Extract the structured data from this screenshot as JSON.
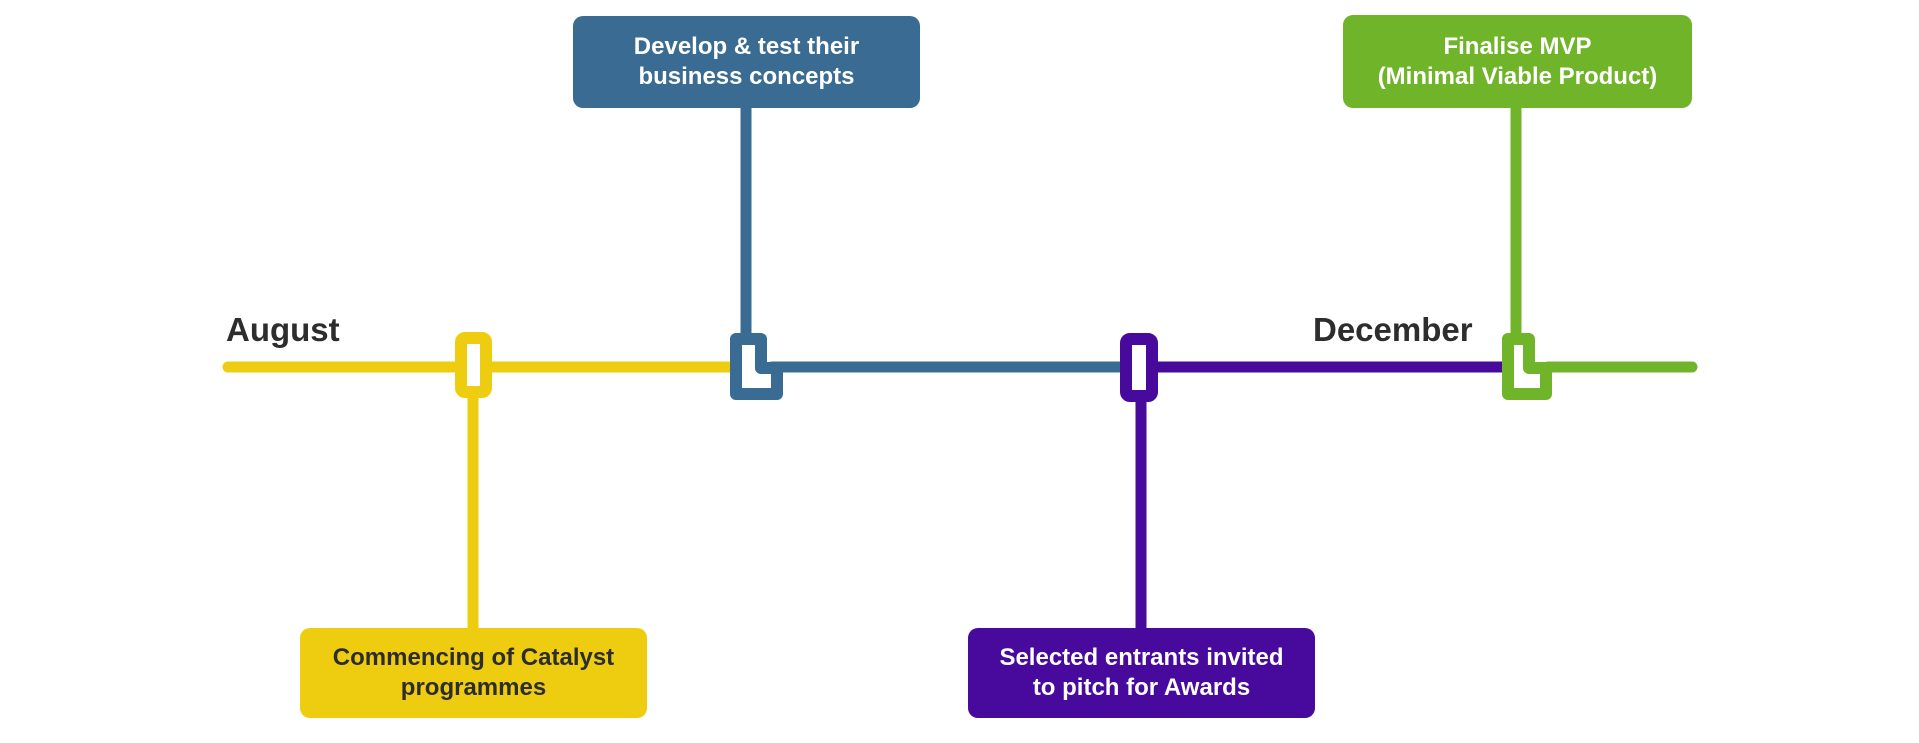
{
  "colors": {
    "yellow": "#EECD10",
    "blue": "#3A6B93",
    "purple": "#470A9C",
    "green": "#70B42A",
    "ink": "#2D2D2D",
    "background": "#FFFFFF"
  },
  "timeline": {
    "start_label": "August",
    "end_label": "December",
    "milestones": [
      {
        "id": "catalyst",
        "text": "Commencing of Catalyst\nprogrammes",
        "color": "yellow",
        "position": "below"
      },
      {
        "id": "develop",
        "text": "Develop & test their\nbusiness concepts",
        "color": "blue",
        "position": "above"
      },
      {
        "id": "pitch",
        "text": "Selected entrants invited\nto pitch for Awards",
        "color": "purple",
        "position": "below"
      },
      {
        "id": "mvp",
        "text": "Finalise MVP\n(Minimal Viable Product)",
        "color": "green",
        "position": "above"
      }
    ]
  }
}
